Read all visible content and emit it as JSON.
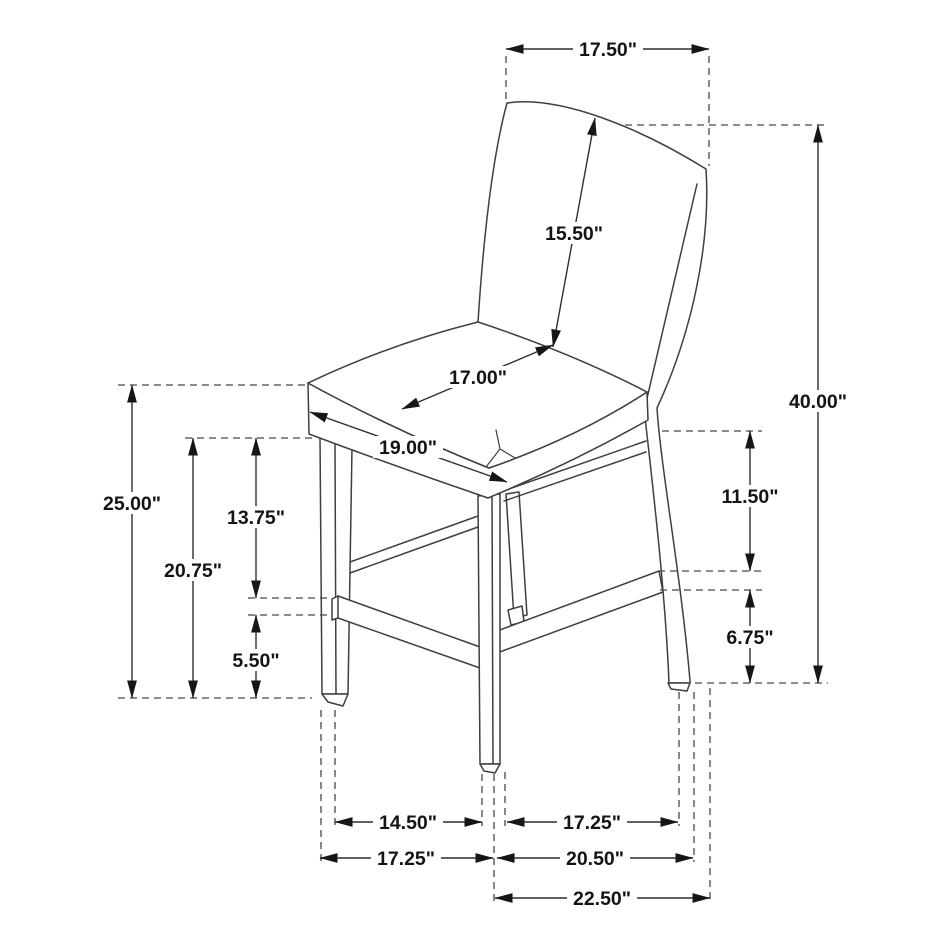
{
  "figure": {
    "type": "furniture-dimension-diagram",
    "subject": "upholstered counter-height dining chair with curved backrest and box stretcher",
    "unit": "inches",
    "background_color": "#ffffff",
    "line_color": "#3f3f3f",
    "arrow_color": "#161616",
    "text_color": "#141414"
  },
  "dims": {
    "backrest_width": "17.50\"",
    "backrest_height": "15.50\"",
    "seat_depth": "17.00\"",
    "seat_width": "19.00\"",
    "seat_height": "25.00\"",
    "floor_to_seat_frame": "20.75\"",
    "frame_to_stretcher_left": "13.75\"",
    "stretcher_to_floor_left": "5.50\"",
    "overall_height": "40.00\"",
    "seat_to_stretcher_right": "11.50\"",
    "stretcher_to_floor_right": "6.75\"",
    "front_leg_span_inner": "14.50\"",
    "depth_leg_span_inner": "17.25\"",
    "front_leg_span_outer": "17.25\"",
    "depth_leg_span_outer": "20.50\"",
    "overall_depth": "22.50\""
  }
}
